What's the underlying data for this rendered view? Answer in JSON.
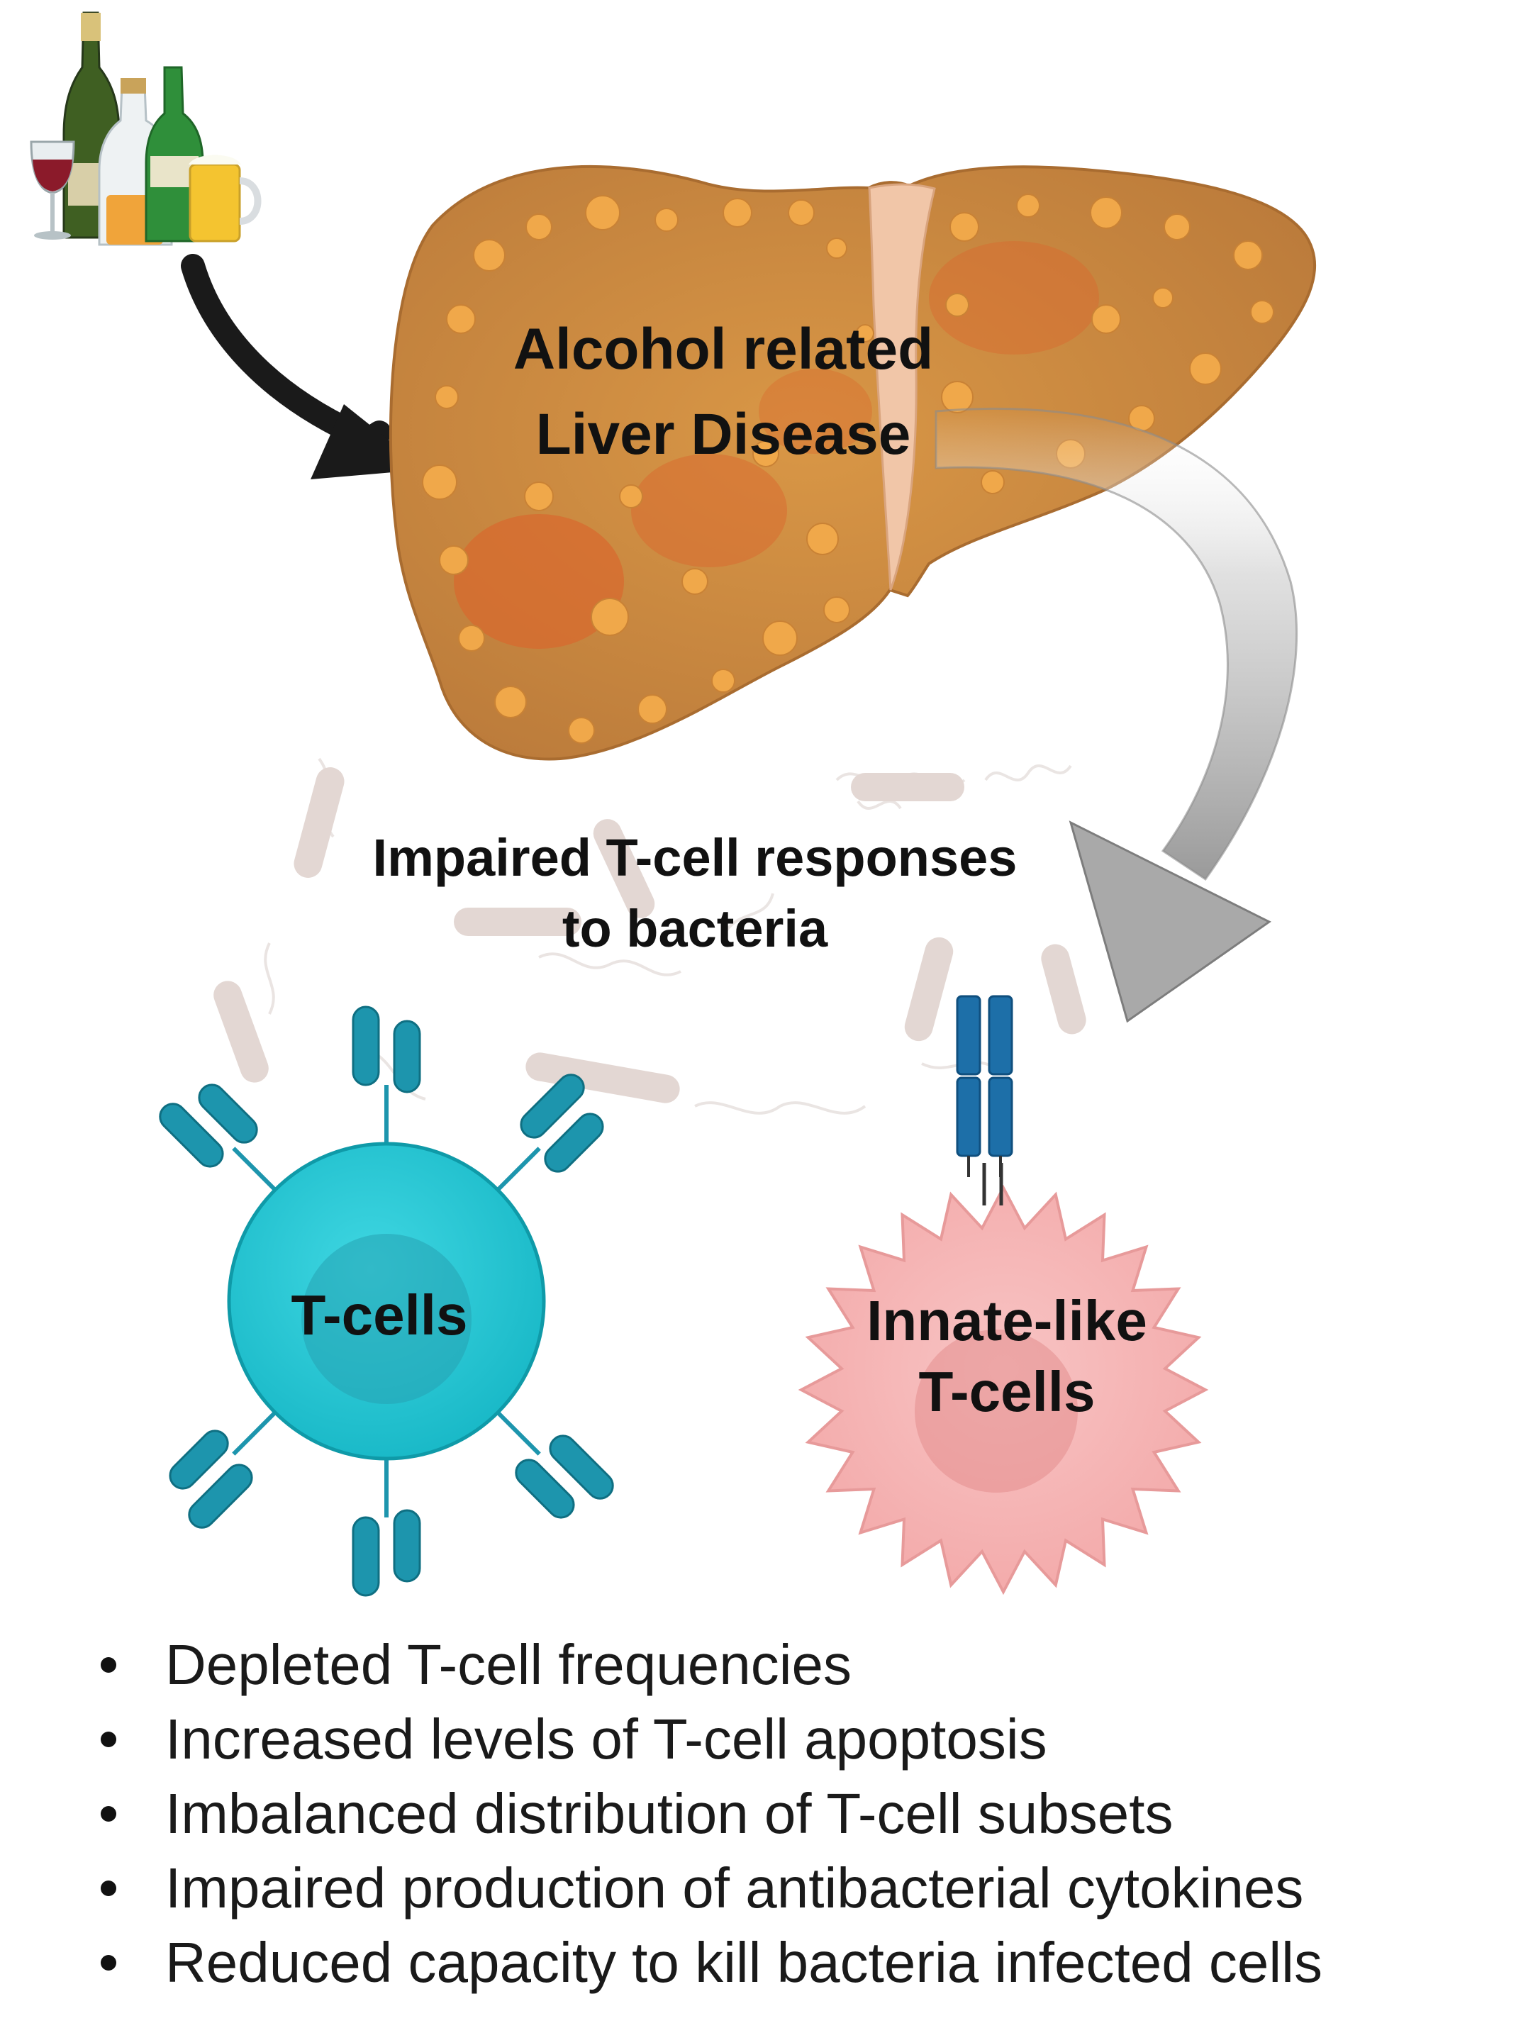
{
  "title": "",
  "labels": {
    "liver_line1": "Alcohol related",
    "liver_line2": "Liver Disease",
    "bacteria_line1": "Impaired T-cell responses",
    "bacteria_line2": "to bacteria",
    "tcell": "T-cells",
    "innate_line1": "Innate-like",
    "innate_line2": "T-cells"
  },
  "findings": [
    "Depleted T-cell frequencies",
    "Increased levels of T-cell apoptosis",
    "Imbalanced distribution of T-cell subsets",
    "Impaired production of antibacterial cytokines",
    "Reduced capacity to kill bacteria infected cells"
  ],
  "colors": {
    "liver": "#c98a3a",
    "liver_spots": "#e8a24a",
    "tcell": "#1ec6d4",
    "tcell_receptor": "#1d95ad",
    "innate_cell": "#f5b3b3",
    "innate_nucleus": "#e48e8e",
    "arrow_black": "#1a1a1a",
    "arrow_gray": "#a9a9a9"
  },
  "icons": [
    "alcohol-bottles-icon",
    "liver-icon",
    "bacteria-icon",
    "t-cell-icon",
    "innate-like-t-cell-icon"
  ]
}
